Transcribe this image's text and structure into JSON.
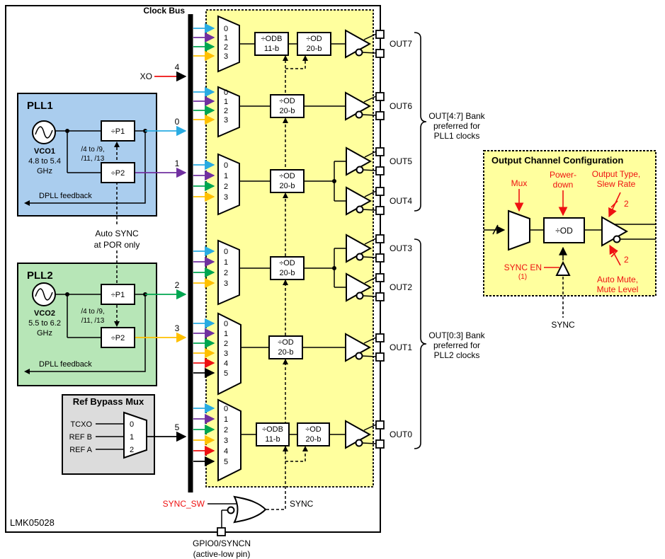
{
  "device_label": "LMK05028",
  "clock_bus": {
    "label": "Clock Bus",
    "taps": {
      "xo": "4",
      "pll1_p1": "0",
      "pll1_p2": "1",
      "pll2_p1": "2",
      "pll2_p2": "3",
      "ref": "5"
    }
  },
  "xo": {
    "label": "XO"
  },
  "pll1": {
    "title": "PLL1",
    "vco": "VCO1",
    "range_l1": "4.8 to 5.4",
    "range_l2": "GHz",
    "p1": "÷P1",
    "p2": "÷P2",
    "pdiv_l1": "/4 to /9,",
    "pdiv_l2": "/11, /13",
    "feedback": "DPLL feedback"
  },
  "pll2": {
    "title": "PLL2",
    "vco": "VCO2",
    "range_l1": "5.5 to 6.2",
    "range_l2": "GHz",
    "p1": "÷P1",
    "p2": "÷P2",
    "pdiv_l1": "/4 to /9,",
    "pdiv_l2": "/11, /13",
    "feedback": "DPLL feedback"
  },
  "auto_sync": {
    "l1": "Auto SYNC",
    "l2": "at POR only"
  },
  "ref_mux": {
    "title": "Ref Bypass Mux",
    "inputs": [
      "TCXO",
      "REF B",
      "REF A"
    ],
    "ports": [
      "0",
      "1",
      "2"
    ]
  },
  "channels": [
    {
      "inputs": [
        "0",
        "1",
        "2",
        "3"
      ],
      "dividers": [
        {
          "l1": "÷ODB",
          "l2": "11-b"
        },
        {
          "l1": "÷OD",
          "l2": "20-b"
        }
      ],
      "outputs": [
        "OUT7"
      ]
    },
    {
      "inputs": [
        "0",
        "1",
        "2",
        "3"
      ],
      "dividers": [
        {
          "l1": "÷OD",
          "l2": "20-b"
        }
      ],
      "outputs": [
        "OUT6"
      ]
    },
    {
      "inputs": [
        "0",
        "1",
        "2",
        "3"
      ],
      "dividers": [
        {
          "l1": "÷OD",
          "l2": "20-b"
        }
      ],
      "outputs": [
        "OUT5",
        "OUT4"
      ]
    },
    {
      "inputs": [
        "0",
        "1",
        "2",
        "3"
      ],
      "dividers": [
        {
          "l1": "÷OD",
          "l2": "20-b"
        }
      ],
      "outputs": [
        "OUT3",
        "OUT2"
      ]
    },
    {
      "inputs": [
        "0",
        "1",
        "2",
        "3",
        "4",
        "5"
      ],
      "dividers": [
        {
          "l1": "÷OD",
          "l2": "20-b"
        }
      ],
      "outputs": [
        "OUT1"
      ]
    },
    {
      "inputs": [
        "0",
        "1",
        "2",
        "3",
        "4",
        "5"
      ],
      "dividers": [
        {
          "l1": "÷ODB",
          "l2": "11-b"
        },
        {
          "l1": "÷OD",
          "l2": "20-b"
        }
      ],
      "outputs": [
        "OUT0"
      ]
    }
  ],
  "banks": [
    {
      "l1": "OUT[4:7] Bank",
      "l2": "preferred for",
      "l3": "PLL1 clocks"
    },
    {
      "l1": "OUT[0:3] Bank",
      "l2": "preferred for",
      "l3": "PLL2 clocks"
    }
  ],
  "occ": {
    "title": "Output Channel Configuration",
    "mux": "Mux",
    "powerdown_l1": "Power-",
    "powerdown_l2": "down",
    "output_type_l1": "Output Type,",
    "output_type_l2": "Slew Rate",
    "slew_width": "2",
    "mute_width": "2",
    "od": "÷OD",
    "sync_en": "SYNC EN",
    "sync_en_note": "(1)",
    "auto_mute_l1": "Auto Mute,",
    "auto_mute_l2": "Mute Level",
    "sync": "SYNC"
  },
  "sync_logic": {
    "sync_sw": "SYNC_SW",
    "sync": "SYNC",
    "pin_l1": "GPIO0/SYNCN",
    "pin_l2": "(active-low pin)"
  },
  "colors": {
    "bus_input_0": "#29ABE2",
    "bus_input_1": "#7030A0",
    "bus_input_2": "#00A651",
    "bus_input_3": "#FFC000",
    "bus_input_4": "#EE1111",
    "bus_input_5": "#000000",
    "pll1_fill": "#AACDEE",
    "pll2_fill": "#B7E6B7",
    "ref_fill": "#DCDCDC",
    "channel_fill": "#FFFF9E",
    "accent_red": "#EE1111"
  }
}
